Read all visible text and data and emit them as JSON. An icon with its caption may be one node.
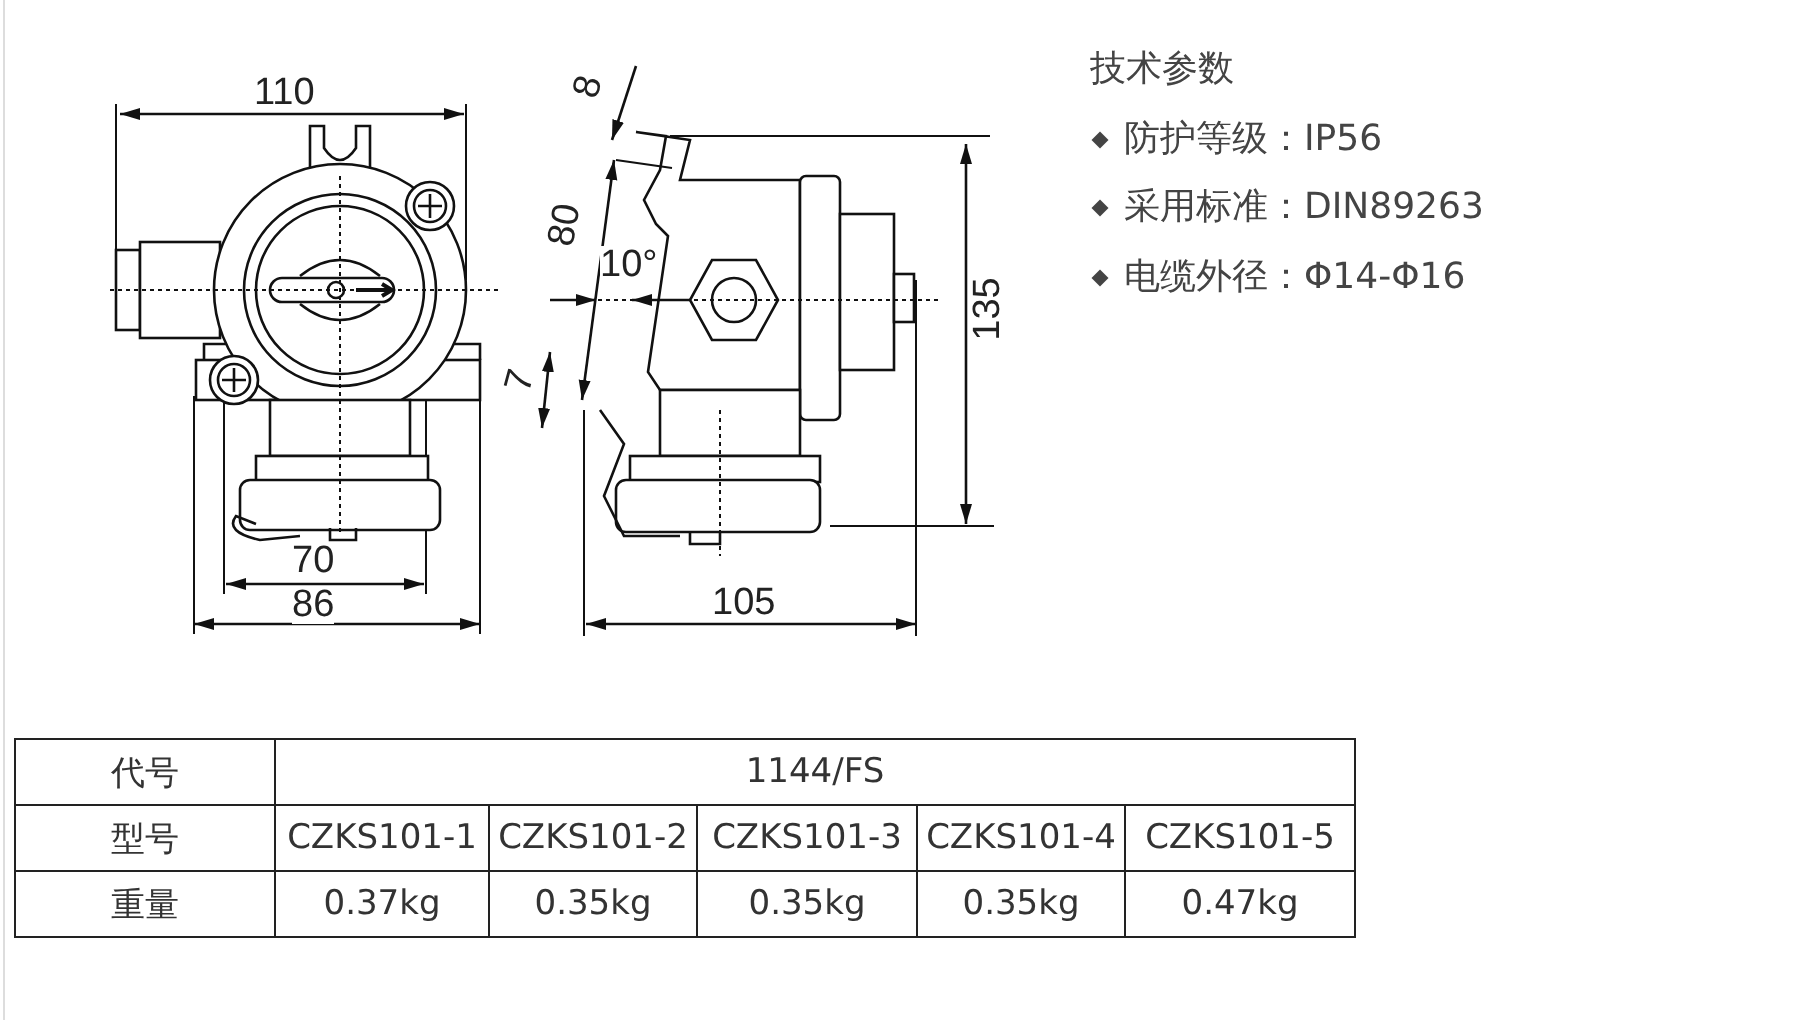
{
  "diagram": {
    "title": "技术参数",
    "labels": [
      "110",
      "8",
      "80",
      "10°",
      "7",
      "135",
      "70",
      "86",
      "105",
      "防护等级：IP56",
      "采用标准：DIN89263",
      "电缆外径：Φ14-Φ16",
      "代号",
      "1144/FS",
      "型号",
      "CZKS101-1",
      "CZKS101-2",
      "CZKS101-3",
      "CZKS101-4",
      "CZKS101-5",
      "重量",
      "0.37kg",
      "0.35kg",
      "0.35kg",
      "0.35kg",
      "0.47kg"
    ]
  }
}
